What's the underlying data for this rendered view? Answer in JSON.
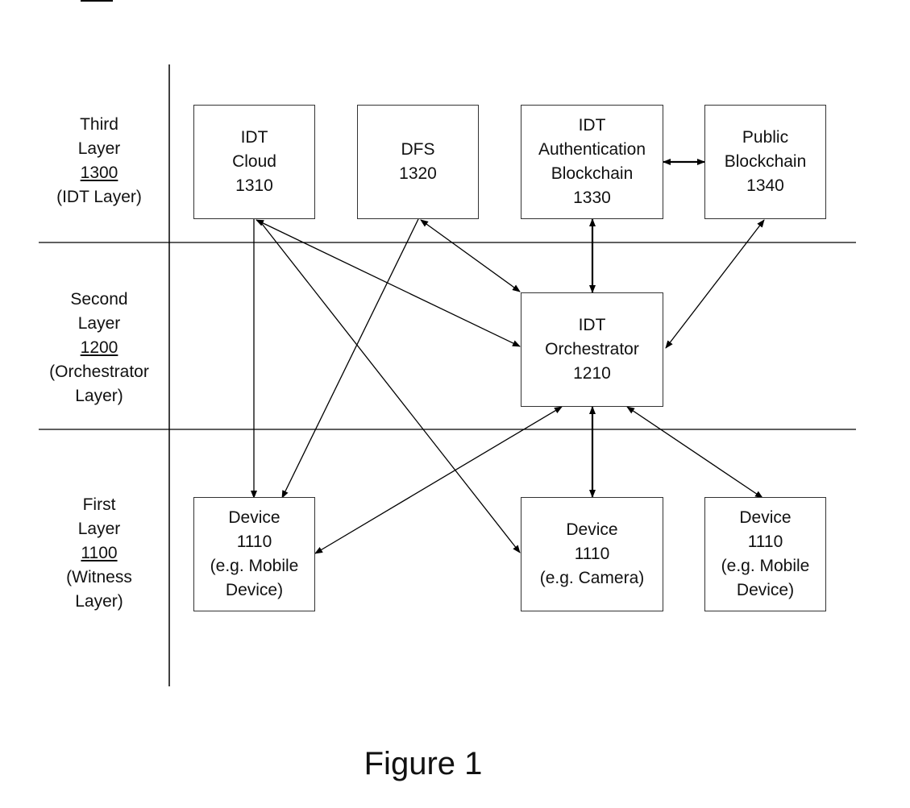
{
  "layers": [
    {
      "name": "Third",
      "word": "Layer",
      "number": "1300",
      "desc": "(IDT Layer)"
    },
    {
      "name": "Second",
      "word": "Layer",
      "number": "1200",
      "desc1": "(Orchestrator",
      "desc2": "Layer)"
    },
    {
      "name": "First",
      "word": "Layer",
      "number": "1100",
      "desc1": "(Witness",
      "desc2": "Layer)"
    }
  ],
  "nodes": {
    "idt_cloud": {
      "l1": "IDT",
      "l2": "Cloud",
      "l3": "1310"
    },
    "dfs": {
      "l1": "DFS",
      "l2": "1320"
    },
    "auth_chain": {
      "l1": "IDT",
      "l2": "Authentication",
      "l3": "Blockchain",
      "l4": "1330"
    },
    "public_chain": {
      "l1": "Public",
      "l2": "Blockchain",
      "l3": "1340"
    },
    "orchestrator": {
      "l1": "IDT",
      "l2": "Orchestrator",
      "l3": "1210"
    },
    "device_mobile_left": {
      "l1": "Device",
      "l2": "1110",
      "l3": "(e.g. Mobile",
      "l4": "Device)"
    },
    "device_camera": {
      "l1": "Device",
      "l2": "1110",
      "l3": "(e.g. Camera)"
    },
    "device_mobile_right": {
      "l1": "Device",
      "l2": "1110",
      "l3": "(e.g. Mobile",
      "l4": "Device)"
    }
  },
  "caption": "Figure 1"
}
